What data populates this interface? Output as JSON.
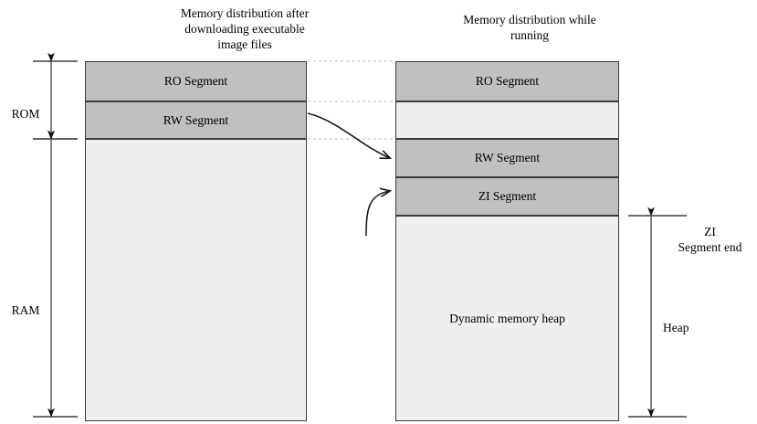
{
  "diagram": {
    "left_panel": {
      "title": "Memory distribution after\ndownloading executable\nimage files",
      "segments": [
        {
          "label": "RO Segment",
          "fill": "#c0c0c0"
        },
        {
          "label": "RW Segment",
          "fill": "#c0c0c0"
        },
        {
          "label": "",
          "fill": "#efefef"
        }
      ]
    },
    "right_panel": {
      "title": "Memory distribution while\nrunning",
      "segments": [
        {
          "label": "RO Segment",
          "fill": "#c0c0c0"
        },
        {
          "label": "",
          "fill": "#efefef"
        },
        {
          "label": "RW Segment",
          "fill": "#c0c0c0"
        },
        {
          "label": "ZI Segment",
          "fill": "#c0c0c0"
        },
        {
          "label": "Dynamic memory heap",
          "fill": "#efefef"
        }
      ]
    },
    "left_measures": [
      {
        "name": "rom",
        "label": "ROM"
      },
      {
        "name": "ram",
        "label": "RAM"
      }
    ],
    "right_measures": [
      {
        "name": "zi-segment-end",
        "label": "ZI\nSegment end"
      },
      {
        "name": "heap",
        "label": "Heap"
      }
    ],
    "colors": {
      "segment_fill": "#c0c0c0",
      "empty_fill": "#efefef",
      "border": "#3b3b3b",
      "arrow": "#000000",
      "measure_line": "#555555",
      "dotted": "#b9b9b9"
    }
  }
}
